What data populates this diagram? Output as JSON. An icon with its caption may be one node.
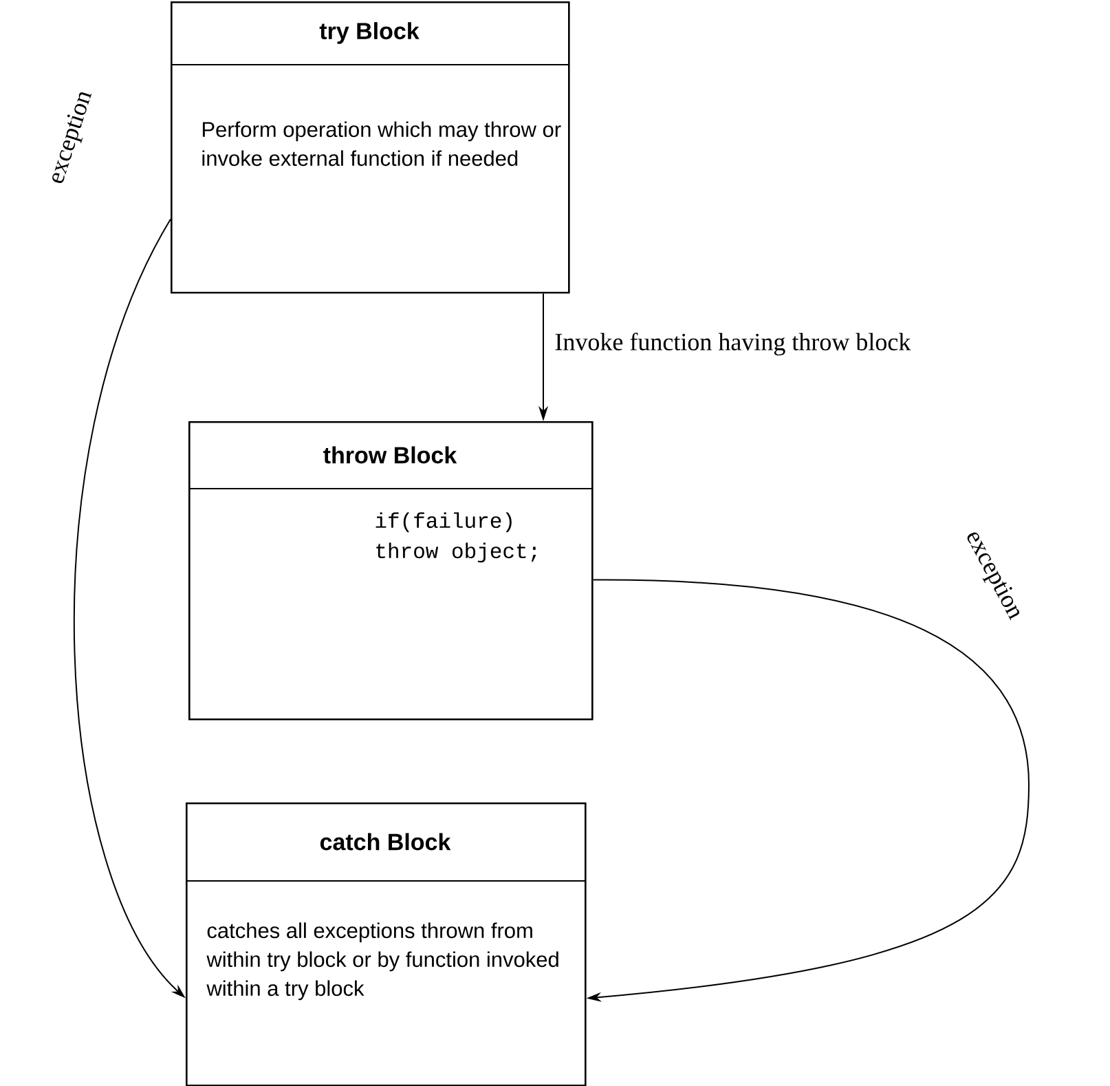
{
  "diagram": {
    "nodes": [
      {
        "text": [
          "try Block",
          "Perform operation which may throw or invoke external function if needed"
        ]
      },
      {
        "text": [
          "throw Block",
          "if(failure) throw object;"
        ]
      },
      {
        "text": [
          "catch Block",
          "catches all exceptions thrown from within try block or by function invoked within  a  try block"
        ]
      }
    ],
    "edges": [
      {
        "from": 0,
        "to": 1,
        "arrow": "to",
        "label": "Invoke function having throw block"
      },
      {
        "from": 0,
        "to": 2,
        "arrow": "to",
        "label": "exception"
      },
      {
        "from": 1,
        "to": 2,
        "arrow": "to",
        "label": "exception"
      }
    ]
  }
}
